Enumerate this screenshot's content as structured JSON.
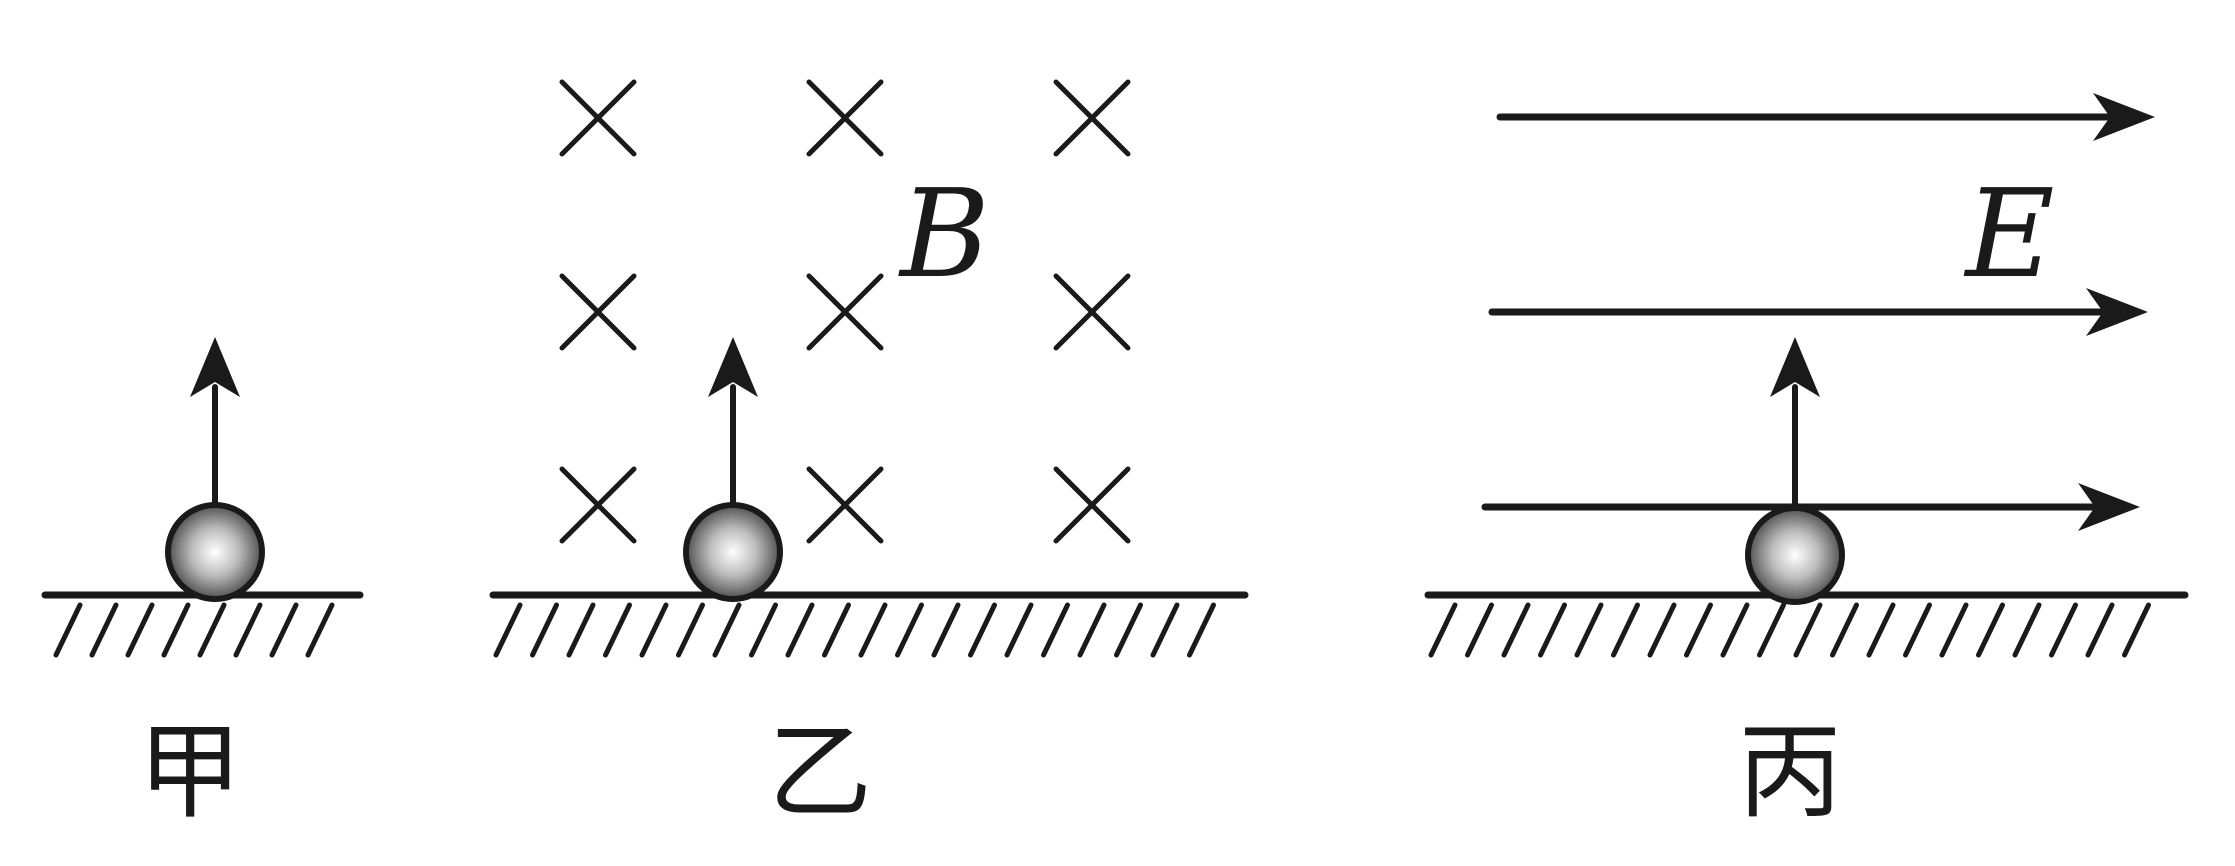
{
  "panels": [
    {
      "id": "jia",
      "caption": "甲",
      "field": "none"
    },
    {
      "id": "yi",
      "caption": "乙",
      "field": "magnetic",
      "field_label": "B"
    },
    {
      "id": "bing",
      "caption": "丙",
      "field": "electric",
      "field_label": "E"
    }
  ],
  "colors": {
    "ink": "#1a1a1a",
    "ball_light": "#ffffff",
    "ball_dark": "#3a3a3a"
  },
  "icons": {
    "cross": "magnetic-field-into-page-icon",
    "arrow": "velocity-arrow-icon",
    "ball": "charged-ball-icon",
    "ground": "hatched-ground-icon"
  }
}
